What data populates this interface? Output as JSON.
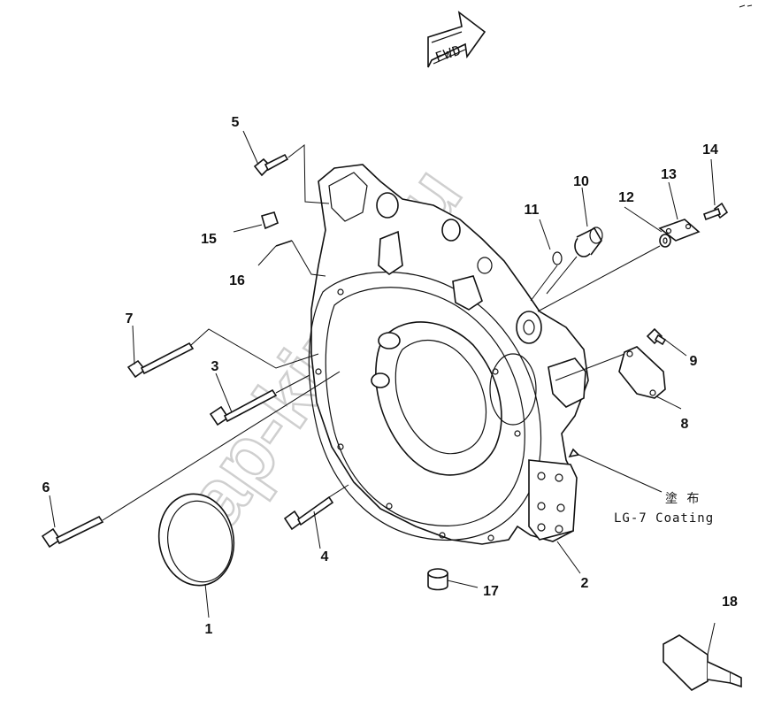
{
  "fwd_label": "FWD",
  "watermark": "zap-kirov.ru",
  "coating_note": {
    "jp": "塗 布",
    "en": "LG-7 Coating"
  },
  "callouts": {
    "c1": "1",
    "c2": "2",
    "c3": "3",
    "c4": "4",
    "c5": "5",
    "c6": "6",
    "c7": "7",
    "c8": "8",
    "c9": "9",
    "c10": "10",
    "c11": "11",
    "c12": "12",
    "c13": "13",
    "c14": "14",
    "c15": "15",
    "c16": "16",
    "c17": "17",
    "c18": "18"
  }
}
